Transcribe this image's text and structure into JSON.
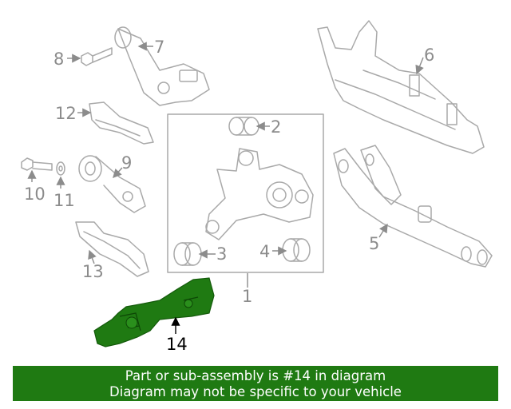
{
  "diagram": {
    "callouts": [
      "1",
      "2",
      "3",
      "4",
      "5",
      "6",
      "7",
      "8",
      "9",
      "10",
      "11",
      "12",
      "13",
      "14"
    ],
    "highlighted_part": "14",
    "highlight_color": "#1f7a12",
    "line_color": "#a9a9a9"
  },
  "banner": {
    "line1": "Part or sub-assembly is #14 in diagram",
    "line2": "Diagram may not be specific to your vehicle",
    "background": "#1f7a12"
  }
}
